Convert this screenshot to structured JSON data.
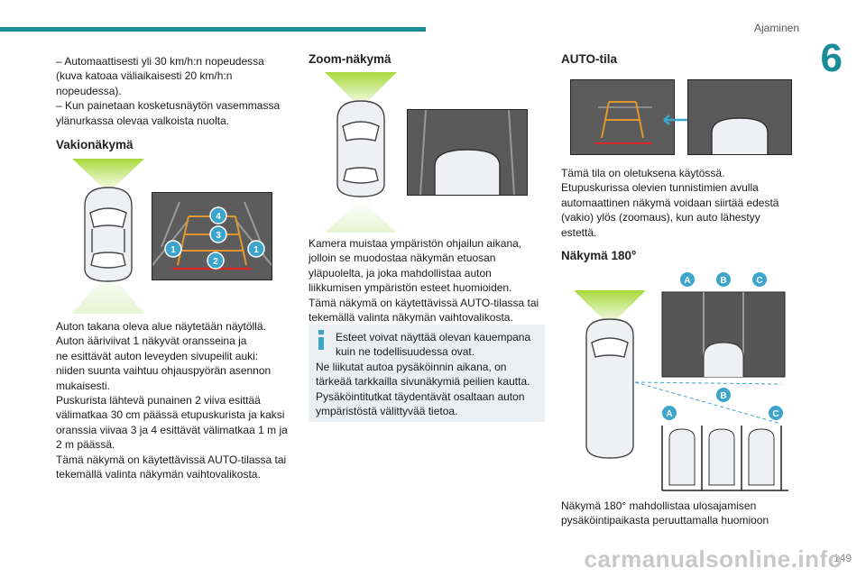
{
  "header": {
    "title": "Ajaminen",
    "chapter": "6"
  },
  "col1": {
    "intro_lines": [
      "– Automaattisesti yli 30 km/h:n nopeudessa",
      "(kuva katoaa väliaikaisesti 20 km/h:n",
      "nopeudessa).",
      "– Kun painetaan kosketusnäytön vasemmassa",
      "ylänurkassa olevaa valkoista nuolta."
    ],
    "heading": "Vakionäkymä",
    "body_lines": [
      "Auton takana oleva alue näytetään näytöllä.",
      "Auton ääriviivat 1 näkyvät oransseina ja",
      "ne esittävät auton leveyden sivupeilit auki:",
      "niiden suunta vaihtuu ohjauspyörän asennon",
      "mukaisesti.",
      "Puskurista lähtevä punainen 2 viiva esittää",
      "välimatkaa 30 cm päässä etupuskurista ja kaksi",
      "oranssia viivaa 3 ja 4 esittävät välimatkaa 1 m ja",
      "2 m päässä.",
      "Tämä näkymä on käytettävissä AUTO-tilassa tai",
      "tekemällä valinta näkymän vaihtovalikosta."
    ],
    "badges": [
      "1",
      "2",
      "3",
      "4",
      "1"
    ]
  },
  "col2": {
    "heading": "Zoom-näkymä",
    "body_lines": [
      "Kamera muistaa ympäristön ohjailun aikana,",
      "jolloin se muodostaa näkymän etuosan",
      "yläpuolelta, ja joka mahdollistaa auton",
      "liikkumisen ympäristön esteet huomioiden.",
      "Tämä näkymä on käytettävissä AUTO-tilassa tai",
      "tekemällä valinta näkymän vaihtovalikosta."
    ],
    "tip_lines": [
      "Esteet voivat näyttää olevan kauempana",
      "kuin ne todellisuudessa ovat.",
      "Ne liikutat autoa pysäköinnin aikana, on",
      "tärkeää tarkkailla sivunäkymiä peilien kautta.",
      "Pysäköintitutkat täydentävät osaltaan auton",
      "ympäristöstä välittyvää tietoa."
    ]
  },
  "col3": {
    "heading1": "AUTO-tila",
    "body1_lines": [
      "Tämä tila on oletuksena käytössä.",
      "Etupuskurissa olevien tunnistimien avulla",
      "automaattinen näkymä voidaan siirtää edestä",
      "(vakio) ylös (zoomaus), kun auto lähestyy",
      "estettä."
    ],
    "heading2": "Näkymä 180°",
    "body2_lines": [
      "Näkymä 180° mahdollistaa ulosajamisen",
      "pysäköintipaikasta peruuttamalla huomioon"
    ],
    "badges_top": [
      "A",
      "B",
      "C"
    ],
    "badges_bottom": [
      "B",
      "A",
      "C"
    ]
  },
  "footer": {
    "page": "149",
    "watermark": "carmanualsonline.info"
  },
  "colors": {
    "accent": "#1a8d96",
    "badge": "#3da4cc",
    "orange": "#e2962e",
    "red": "#d4292b",
    "cone": "#a7d93c"
  }
}
